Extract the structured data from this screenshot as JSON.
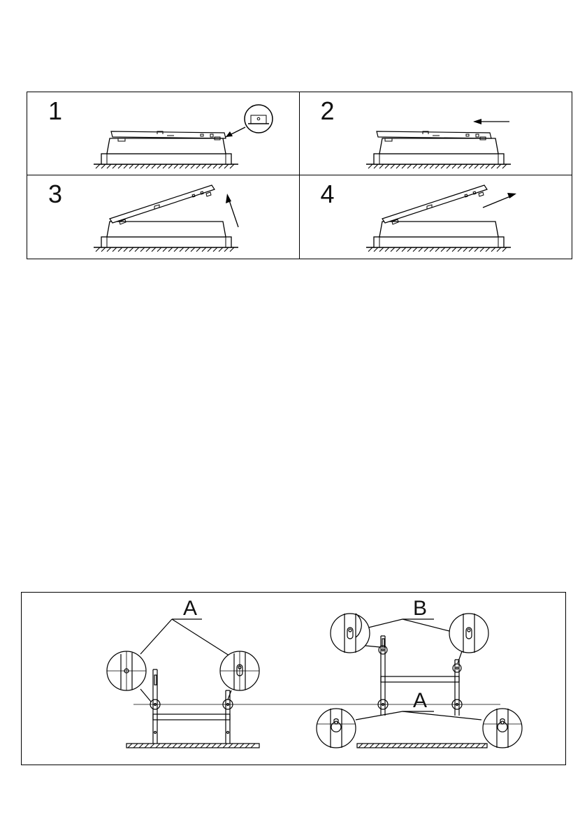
{
  "steps": [
    {
      "number": "1"
    },
    {
      "number": "2"
    },
    {
      "number": "3"
    },
    {
      "number": "4"
    }
  ],
  "detail_labels": {
    "a_left": "A",
    "b_right": "B",
    "a_right": "A"
  }
}
